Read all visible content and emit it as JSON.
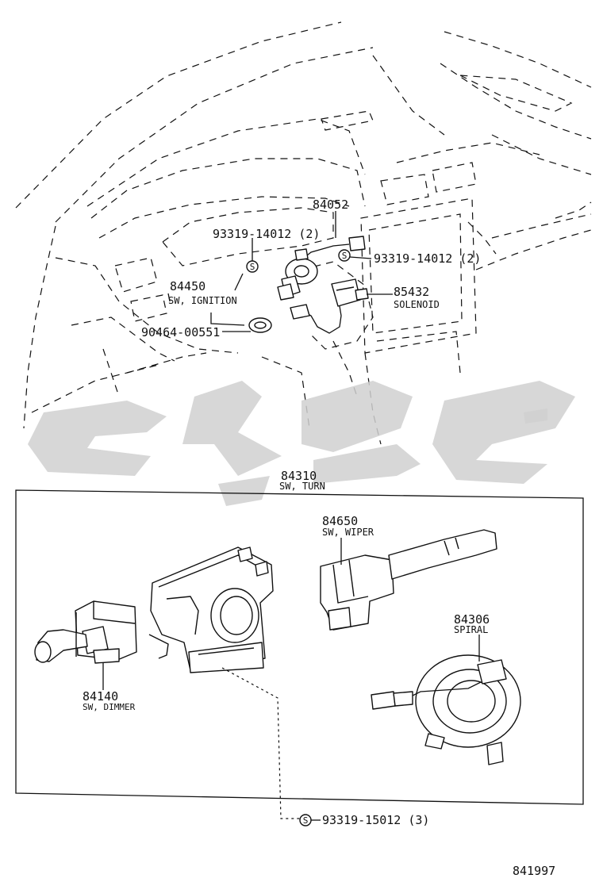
{
  "parts": {
    "p84052": {
      "number": "84052"
    },
    "p93319_top_left": {
      "number": "93319-14012 (2)"
    },
    "p93319_top_right": {
      "number": "93319-14012 (2)"
    },
    "p84450": {
      "number": "84450",
      "name": "SW, IGNITION"
    },
    "p85432": {
      "number": "85432",
      "name": "SOLENOID"
    },
    "p90464": {
      "number": "90464-00551"
    },
    "p84310": {
      "number": "84310",
      "name": "SW, TURN"
    },
    "p84650": {
      "number": "84650",
      "name": "SW, WIPER"
    },
    "p84306": {
      "number": "84306",
      "name": "SPIRAL"
    },
    "p84140": {
      "number": "84140",
      "name": "SW, DIMMER"
    },
    "p93319_bottom": {
      "number": "93319-15012 (3)"
    }
  },
  "screw_symbol": "S",
  "diagram_id": "841997",
  "colors": {
    "line": "#111111",
    "watermark": "#d0d0d0",
    "background": "#ffffff"
  }
}
